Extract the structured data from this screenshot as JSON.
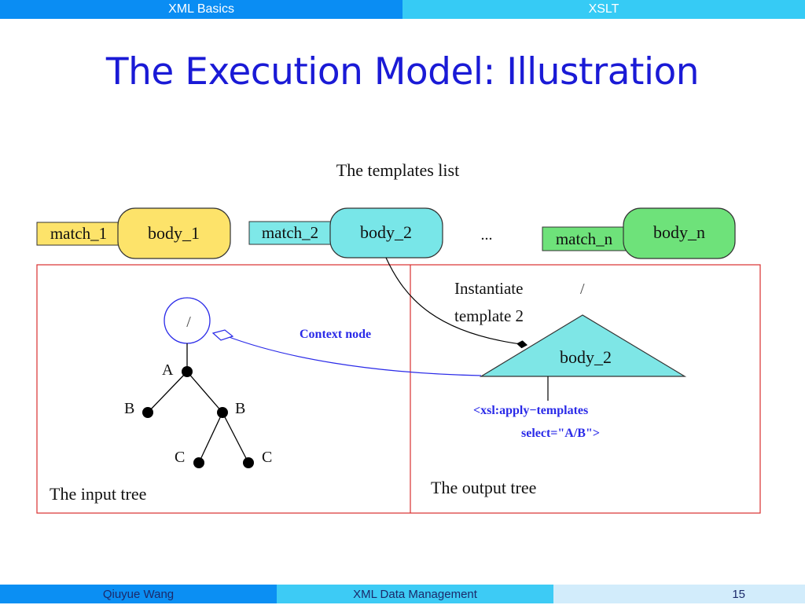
{
  "nav": {
    "left": "XML Basics",
    "right": "XSLT"
  },
  "title": "The Execution Model: Illustration",
  "diagram": {
    "templates_list_label": "The templates list",
    "templates": [
      {
        "match": "match_1",
        "body": "body_1",
        "color": "#fde36a",
        "match_color": "#fde36a"
      },
      {
        "match": "match_2",
        "body": "body_2",
        "color": "#78e6e8",
        "match_color": "#7ee8e8"
      },
      {
        "match": "match_n",
        "body": "body_n",
        "color": "#6ee27a",
        "match_color": "#6ee27a"
      }
    ],
    "ellipsis": "...",
    "input_tree": {
      "label": "The input tree",
      "root": "/",
      "nodes": {
        "a": "A",
        "b_left": "B",
        "b_right": "B",
        "c_left": "C",
        "c_right": "C"
      }
    },
    "context_node_label": "Context node",
    "instantiate_line1": "Instantiate",
    "instantiate_line2": "template 2",
    "output_root": "/",
    "output_body": "body_2",
    "apply_line1": "<xsl:apply−templates",
    "apply_line2": "select=\"A/B\">",
    "output_tree_label": "The output tree",
    "colors": {
      "frame": "#d93030",
      "arrow_blue": "#2a2ae8",
      "triangle": "#7ee6e6"
    }
  },
  "footer": {
    "author": "Qiuyue Wang",
    "course": "XML Data Management",
    "page": "15"
  }
}
